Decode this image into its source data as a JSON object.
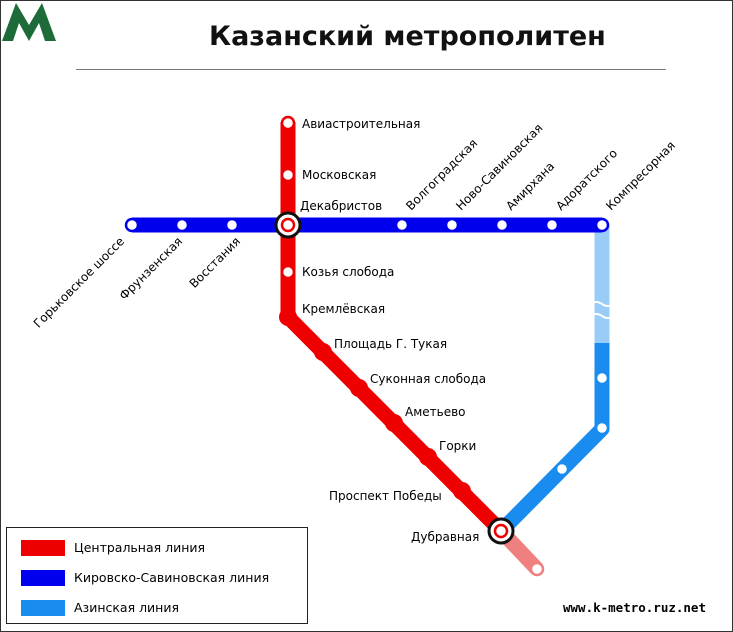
{
  "header": {
    "title": "Казанский метрополитен",
    "logo_color": "#1e6b3a"
  },
  "lines": {
    "central": {
      "name": "Центральная линия",
      "color": "#ee0000",
      "planned_color": "#f08080"
    },
    "kirovsko": {
      "name": "Кировско-Савиновская линия",
      "color": "#0000ee"
    },
    "azinskaya": {
      "name": "Азинская линия",
      "color": "#1a8cf0",
      "planned_color": "#99ccf7"
    }
  },
  "stations": {
    "central": [
      "Авиастроительная",
      "Московская",
      "Декабристов",
      "Козья слобода",
      "Кремлёвская",
      "Площадь Г. Тукая",
      "Суконная слобода",
      "Аметьево",
      "Горки",
      "Проспект Победы",
      "Дубравная"
    ],
    "kirovsko": [
      "Горьковское шоссе",
      "Фрунзенская",
      "Восстания",
      "Волгоградская",
      "Ново-Савиновская",
      "Амирхана",
      "Адоратского",
      "Компресорная"
    ]
  },
  "footer": {
    "url": "www.k-metro.ruz.net"
  }
}
